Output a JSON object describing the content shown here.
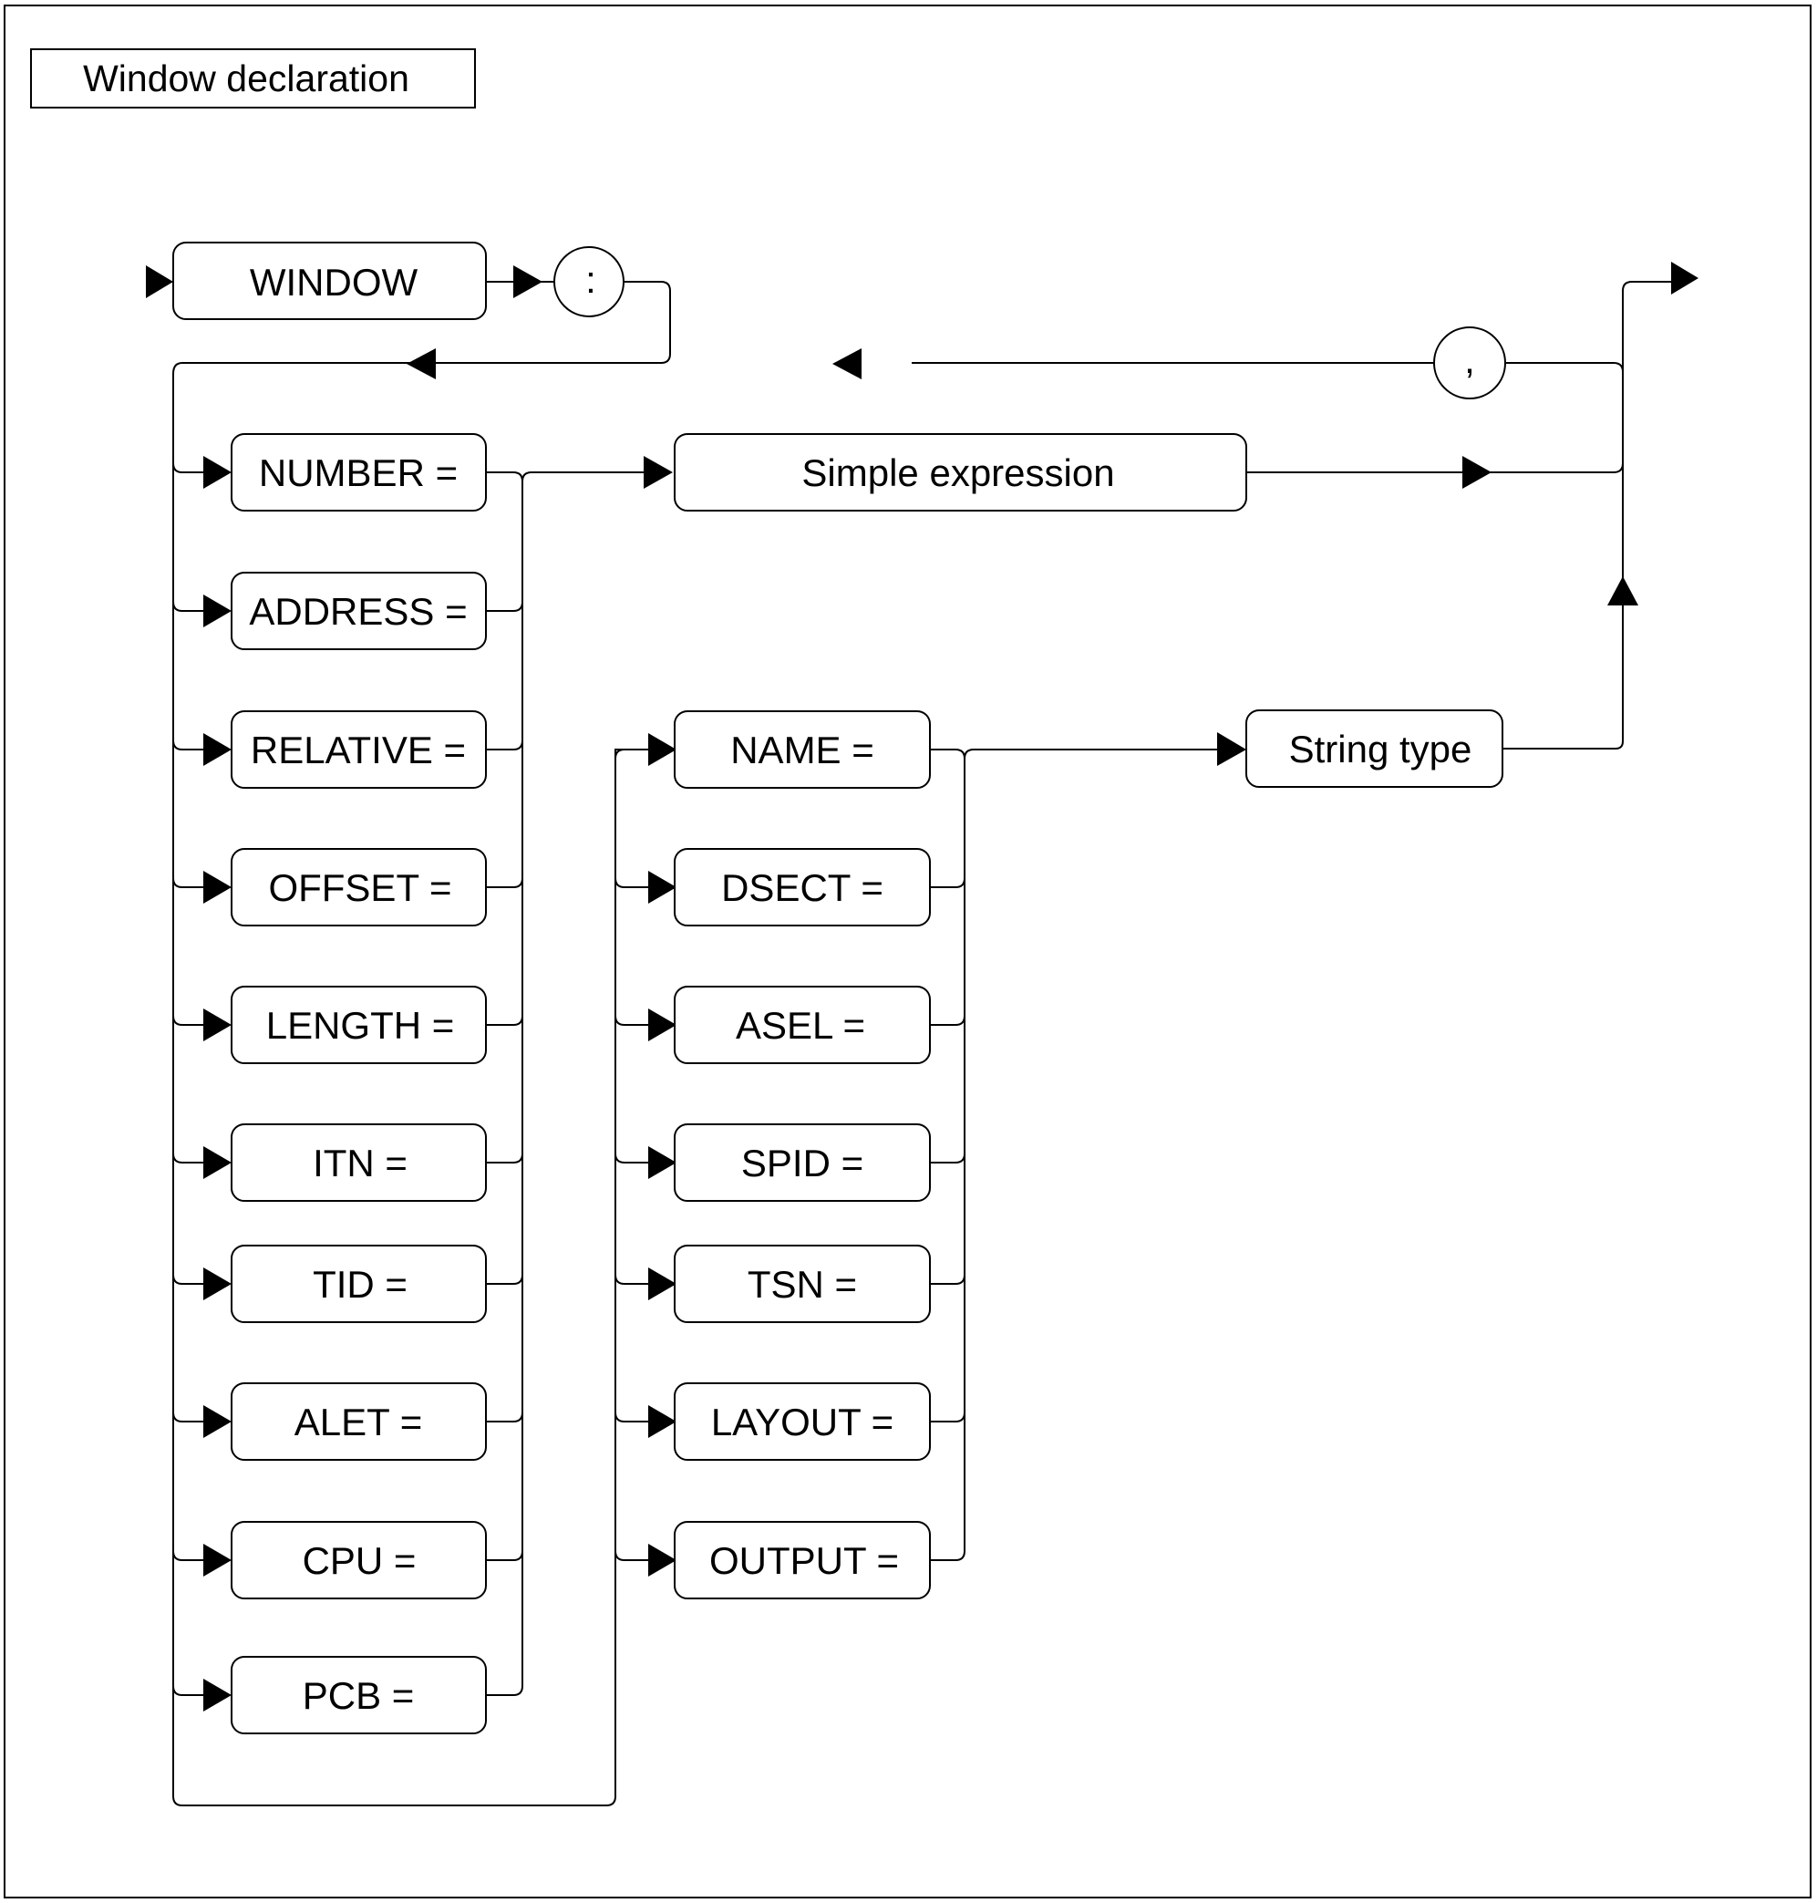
{
  "title": "Window declaration",
  "start_keyword": "WINDOW",
  "colon": ":",
  "comma": ",",
  "left_options": [
    "NUMBER =",
    "ADDRESS =",
    "RELATIVE =",
    "OFFSET =",
    "LENGTH =",
    "ITN =",
    "TID =",
    "ALET =",
    "CPU =",
    "PCB ="
  ],
  "right_options": [
    "NAME =",
    "DSECT =",
    "ASEL =",
    "SPID =",
    "TSN =",
    "LAYOUT =",
    "OUTPUT ="
  ],
  "simple_expression": "Simple expression",
  "string_type": "String type"
}
